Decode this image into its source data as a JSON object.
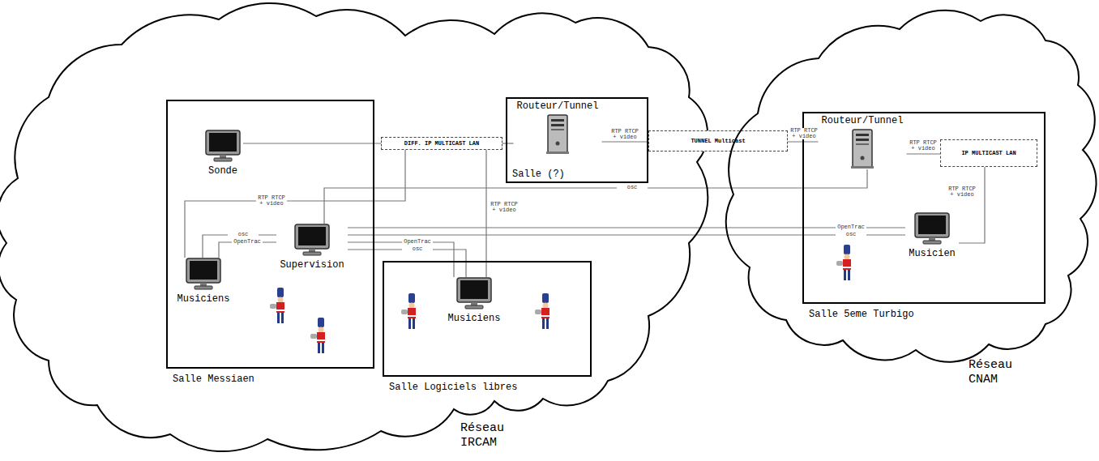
{
  "diagram": {
    "nodes": [
      {
        "text": [
          "Réseau IRCAM"
        ]
      },
      {
        "text": [
          "Salle Messiaen"
        ],
        "in": 0
      },
      {
        "text": [
          "Sonde"
        ],
        "in": 1
      },
      {
        "text": [
          "Supervision"
        ],
        "in": 1
      },
      {
        "text": [
          "Musiciens"
        ],
        "in": 1
      },
      {
        "text": [
          "Salle Logiciels libres"
        ],
        "in": 0
      },
      {
        "text": [
          "Musiciens"
        ],
        "in": 5
      },
      {
        "text": [
          "DIFF. IP MULTICAST LAN"
        ],
        "in": 0
      },
      {
        "text": [
          "Salle (?)"
        ],
        "in": 0
      },
      {
        "text": [
          "Routeur/Tunnel"
        ],
        "in": 8
      },
      {
        "text": [
          "TUNNEL Multicast"
        ]
      },
      {
        "text": [
          "Réseau CNAM"
        ]
      },
      {
        "text": [
          "Salle 5eme Turbigo"
        ],
        "in": 11
      },
      {
        "text": [
          "Routeur/Tunnel"
        ],
        "in": 12
      },
      {
        "text": [
          "IP MULTICAST LAN"
        ],
        "in": 12
      },
      {
        "text": [
          "Musicien"
        ],
        "in": 12
      }
    ],
    "edges": [
      {
        "from": 2,
        "to": 7,
        "arrow": "none"
      },
      {
        "from": 7,
        "to": 9,
        "arrow": "none"
      },
      {
        "from": 9,
        "to": 10,
        "label": "RTP RTCP + video",
        "arrow": "none"
      },
      {
        "from": 10,
        "to": 13,
        "label": "RTP RTCP + video",
        "arrow": "none"
      },
      {
        "from": 13,
        "to": 14,
        "label": "RTP RTCP + video",
        "arrow": "none"
      },
      {
        "from": 14,
        "to": 15,
        "label": "RTP RTCP + video",
        "arrow": "none"
      },
      {
        "from": 7,
        "to": 6,
        "label": "RTP RTCP + video",
        "arrow": "none"
      },
      {
        "from": 7,
        "to": 4,
        "label": "RTP RTCP + video",
        "arrow": "none"
      },
      {
        "from": 3,
        "to": 4,
        "label": "osc",
        "arrow": "none"
      },
      {
        "from": 3,
        "to": 4,
        "label": "OpenTrac",
        "arrow": "none"
      },
      {
        "from": 3,
        "to": 6,
        "label": "OpenTrac",
        "arrow": "none"
      },
      {
        "from": 3,
        "to": 6,
        "label": "osc",
        "arrow": "none"
      },
      {
        "from": 3,
        "to": 15,
        "label": "OpenTrac",
        "arrow": "none"
      },
      {
        "from": 3,
        "to": 15,
        "label": "osc",
        "arrow": "none"
      },
      {
        "from": 3,
        "to": 13,
        "label": "osc",
        "arrow": "none"
      }
    ]
  }
}
